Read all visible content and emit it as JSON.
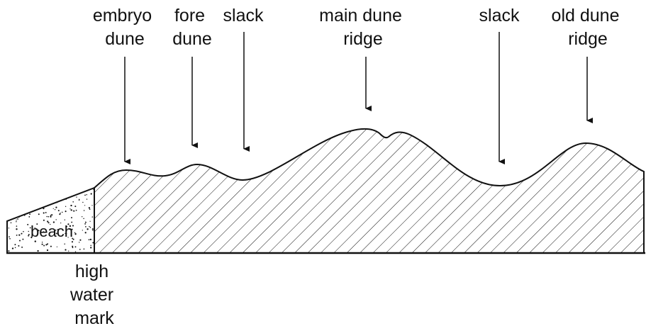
{
  "labels": {
    "embryo_dune": [
      "embryo",
      "dune"
    ],
    "fore_dune": [
      "fore",
      "dune"
    ],
    "slack_1": [
      "slack"
    ],
    "main_dune_ridge": [
      "main dune",
      "ridge"
    ],
    "slack_2": [
      "slack"
    ],
    "old_dune_ridge": [
      "old dune",
      "ridge"
    ],
    "beach": "beach",
    "high_water_mark": [
      "high",
      "water",
      "mark"
    ]
  },
  "colors": {
    "ink": "#111111",
    "background": "#ffffff"
  }
}
